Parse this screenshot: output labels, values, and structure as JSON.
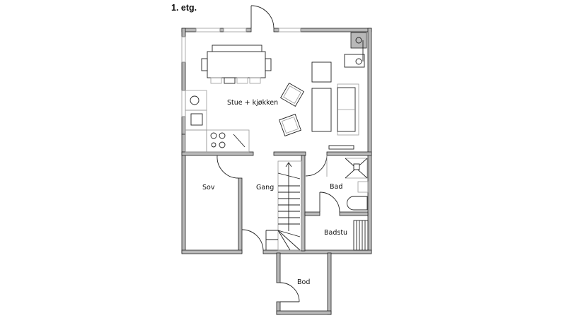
{
  "title": "1. etg.",
  "rooms": {
    "living_kitchen": "Stue + kjøkken",
    "bedroom": "Sov",
    "hallway": "Gang",
    "bathroom": "Bad",
    "sauna": "Badstu",
    "storage": "Bod"
  }
}
